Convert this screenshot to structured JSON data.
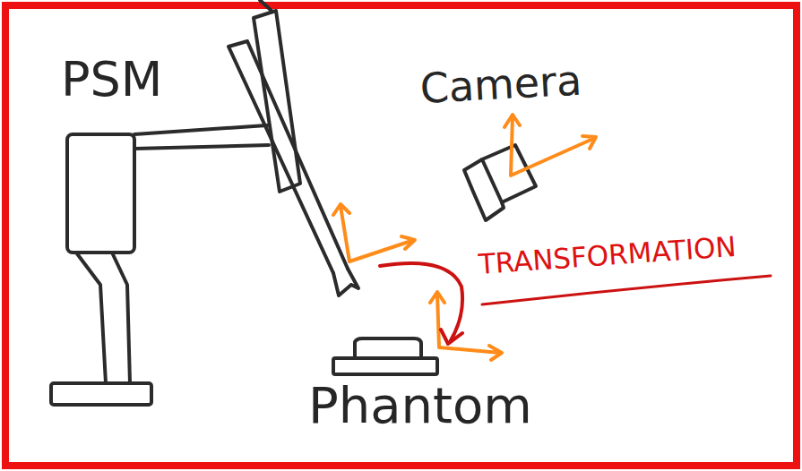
{
  "diagram": {
    "labels": [
      "PSM",
      "Camera",
      "TRANSFORMATION",
      "Phantom"
    ]
  }
}
